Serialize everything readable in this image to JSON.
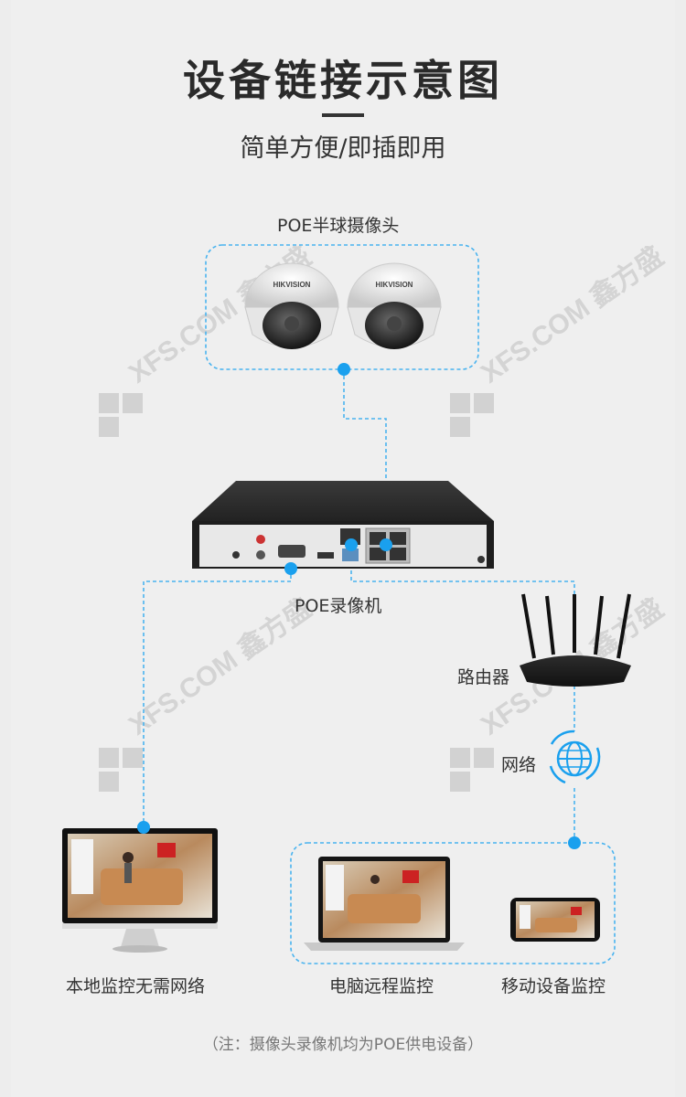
{
  "header": {
    "title": "设备链接示意图",
    "subtitle": "简单方便/即插即用"
  },
  "nodes": {
    "cameras": "POE半球摄像头",
    "nvr": "POE录像机",
    "router": "路由器",
    "network": "网络",
    "monitor": "本地监控无需网络",
    "laptop": "电脑远程监控",
    "phone": "移动设备监控"
  },
  "footer": {
    "note": "（注：摄像头录像机均为POE供电设备）"
  },
  "brand": {
    "camera_logo": "HIKVISION",
    "watermark": "XFS.COM 鑫方盛"
  },
  "colors": {
    "accent": "#1aa0ee",
    "line": "#49b3ef",
    "text": "#333333"
  }
}
